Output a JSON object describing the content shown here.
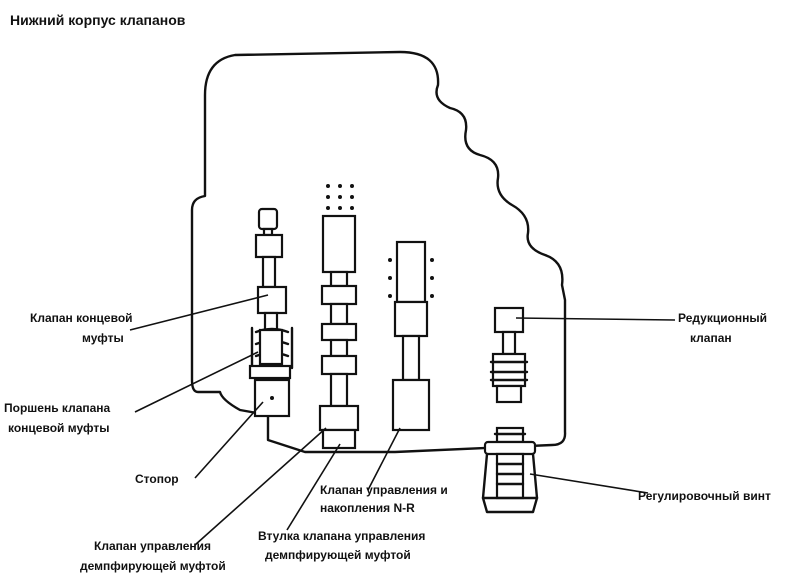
{
  "title": "Нижний корпус клапанов",
  "labels": {
    "end_clutch_valve": [
      "Клапан концевой",
      "муфты"
    ],
    "end_clutch_piston": [
      "Поршень клапана",
      "концевой муфты"
    ],
    "stopper": "Стопор",
    "damper_control_valve": [
      "Клапан управления",
      "демпфирующей муфтой"
    ],
    "damper_valve_bushing": [
      "Втулка клапана управления",
      "демпфирующей муфтой"
    ],
    "nr_control_valve": [
      "Клапан управления и",
      "накопления N-R"
    ],
    "reducing_valve": [
      "Редукционный",
      "клапан"
    ],
    "adjusting_screw": "Регулировочный винт"
  }
}
